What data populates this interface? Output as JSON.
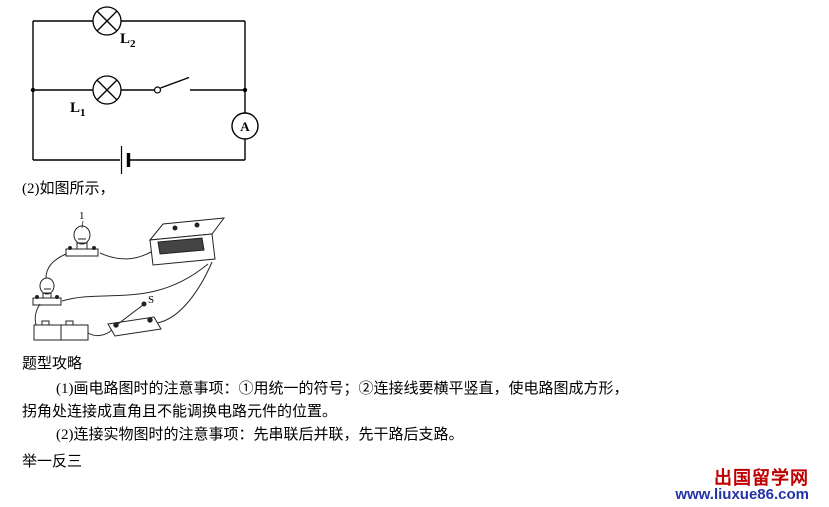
{
  "document": {
    "intro_line": "(2)如图所示，",
    "section_title": "题型攻略",
    "tips": {
      "line1": "(1)画电路图时的注意事项：①用统一的符号；②连接线要横平竖直，使电路图成方形，",
      "line2": "拐角处连接成直角且不能调换电路元件的位置。",
      "line3": "(2)连接实物图时的注意事项：先串联后并联，先干路后支路。"
    },
    "footer_heading": "举一反三"
  },
  "circuit": {
    "lamp_top": {
      "base": "L",
      "sub": "2"
    },
    "lamp_mid": {
      "base": "L",
      "sub": "1"
    },
    "ammeter_label": "A"
  },
  "physical": {
    "lamp1_label": "1",
    "switch_label": "S"
  },
  "watermark": {
    "brand": "出国留学网",
    "url": "www.liuxue86.com",
    "brand_color": "#c00000",
    "url_color": "#2433a6"
  }
}
